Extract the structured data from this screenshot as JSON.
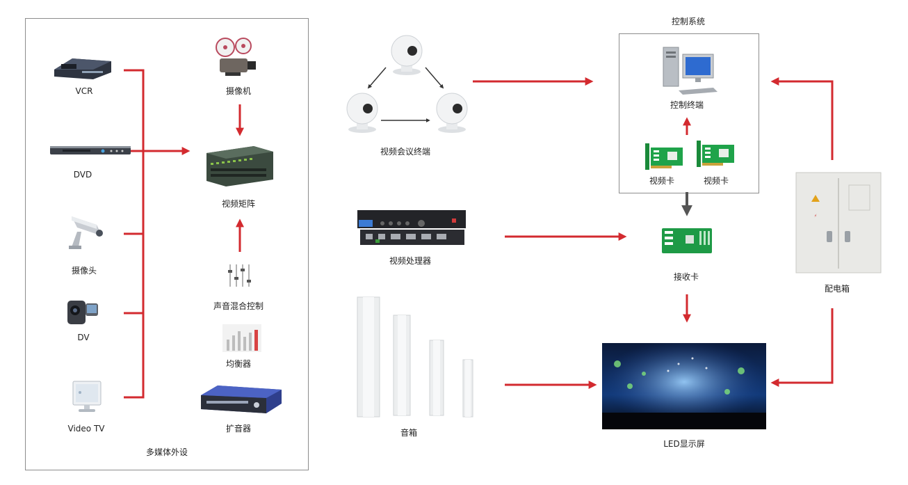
{
  "groups": {
    "multimedia": "多媒体外设",
    "control_system": "控制系统"
  },
  "devices": {
    "vcr": "VCR",
    "dvd": "DVD",
    "camera_head": "摄像头",
    "dv": "DV",
    "video_tv": "Video TV",
    "camcorder": "摄像机",
    "video_matrix": "视频矩阵",
    "audio_mixer": "声音混合控制",
    "equalizer": "均衡器",
    "amplifier": "扩音器",
    "video_conf": "视频会议终端",
    "video_processor": "视频处理器",
    "speakers": "音箱",
    "control_terminal": "控制终端",
    "video_card_1": "视频卡",
    "video_card_2": "视频卡",
    "receiver_card": "接收卡",
    "distribution_box": "配电箱",
    "led_screen": "LED显示屏"
  },
  "colors": {
    "connector": "#d32a2f",
    "internal_arrow": "#555555",
    "frame": "#8c8c8c"
  },
  "icons": [
    "vcr-icon",
    "dvd-player-icon",
    "cctv-camera-icon",
    "camcorder-icon",
    "tv-monitor-icon",
    "film-camera-icon",
    "video-matrix-icon",
    "mixer-icon",
    "equalizer-icon",
    "amplifier-icon",
    "webcam-icon",
    "video-processor-icon",
    "column-speaker-icon",
    "desktop-computer-icon",
    "video-card-icon",
    "receiver-card-icon",
    "distribution-cabinet-icon",
    "led-screen-icon"
  ]
}
